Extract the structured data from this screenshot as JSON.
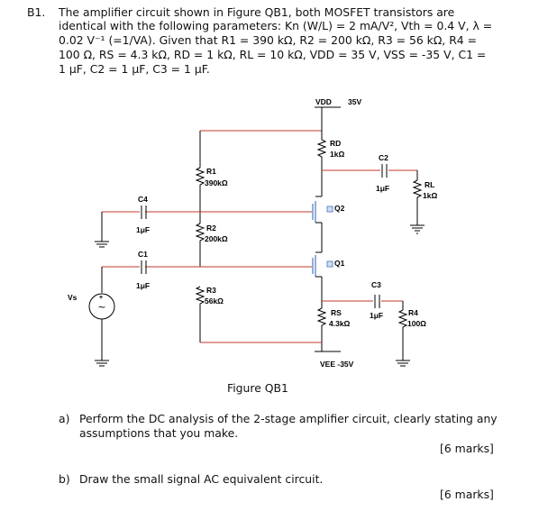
{
  "question": {
    "number": "B1.",
    "intro_lines": [
      "The amplifier circuit shown in Figure QB1, both MOSFET transistors are",
      "identical with the following parameters: Kn (W/L) = 2 mA/V², Vth = 0.4 V, λ =",
      "0.02 V⁻¹ (=1/VA). Given that R1 = 390 kΩ, R2 = 200 kΩ, R3 = 56 kΩ, R4 =",
      "100 Ω, RS = 4.3 kΩ, RD = 1 kΩ, RL = 10 kΩ, VDD = 35 V, VSS = -35 V, C1 =",
      "1 μF,  C2 = 1 μF, C3 = 1 μF."
    ]
  },
  "figure": {
    "caption": "Figure QB1",
    "labels": {
      "vdd": "VDD",
      "vdd_value": "35V",
      "vee": "VEE  -35V",
      "rd": "RD",
      "rd_value": "1kΩ",
      "c2": "C2",
      "c2_value": "1μF",
      "rl": "RL",
      "rl_value": "1kΩ",
      "r1": "R1",
      "r1_value": "390kΩ",
      "c4": "C4",
      "c4_value": "1μF",
      "r2": "R2",
      "r2_value": "200kΩ",
      "q2": "Q2",
      "q1": "Q1",
      "c1": "C1",
      "c1_value": "1μF",
      "r3": "R3",
      "r3_value": "56kΩ",
      "vs": "Vs",
      "c3": "C3",
      "c3_value": "1μF",
      "rs": "RS",
      "rs_value": "4.3kΩ",
      "r4": "R4",
      "r4_value": "100Ω"
    }
  },
  "parts": {
    "a_label": "a)",
    "a_lines": [
      "Perform the DC analysis of the 2-stage amplifier circuit, clearly stating any",
      "assumptions that you make."
    ],
    "a_marks": "[6 marks]",
    "b_label": "b)",
    "b_text": "Draw the small signal AC equivalent circuit.",
    "b_marks": "[6 marks]"
  }
}
